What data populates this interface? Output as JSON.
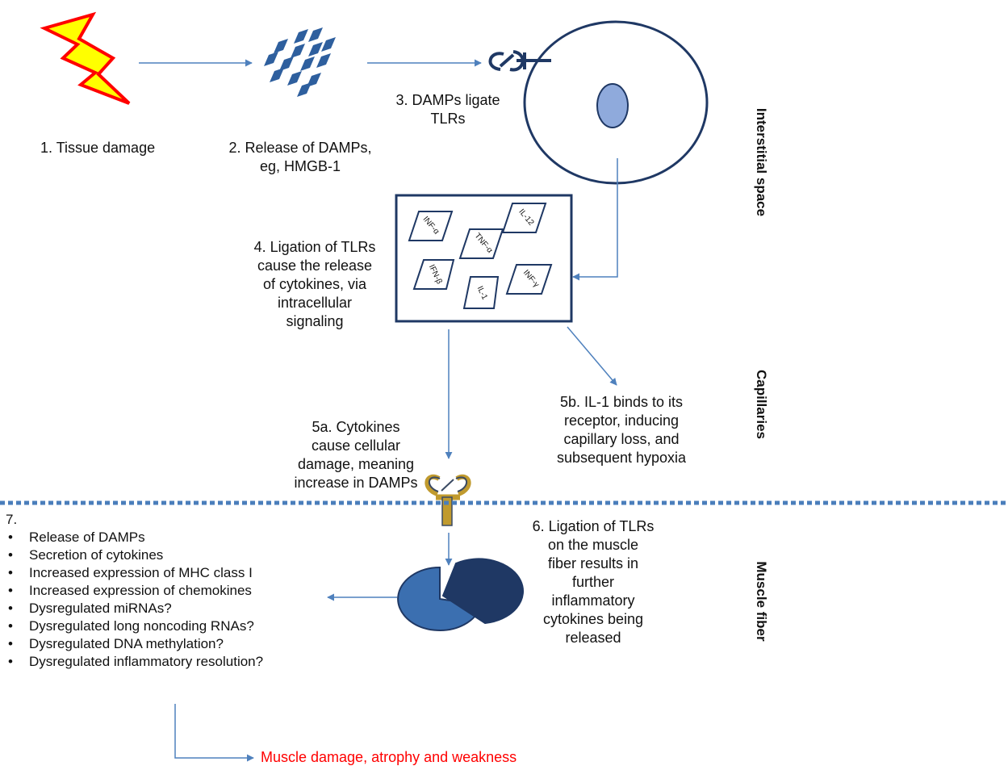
{
  "steps": {
    "s1": "1. Tissue damage",
    "s2_line1": "2. Release of DAMPs,",
    "s2_line2": "eg, HMGB-1",
    "s3_line1": "3. DAMPs ligate",
    "s3_line2": "TLRs",
    "s4": [
      "4. Ligation of TLRs",
      "cause the release",
      "of cytokines, via",
      "intracellular",
      "signaling"
    ],
    "s5a": [
      "5a. Cytokines",
      "cause cellular",
      "damage, meaning",
      "increase in DAMPs"
    ],
    "s5b": [
      "5b. IL-1 binds to its",
      "receptor, inducing",
      "capillary loss, and",
      "subsequent hypoxia"
    ],
    "s6": [
      "6. Ligation of TLRs",
      "on the muscle",
      "fiber results in",
      "further",
      "inflammatory",
      "cytokines being",
      "released"
    ],
    "s7_heading": "7.",
    "s7_items": [
      "Release of DAMPs",
      "Secretion of cytokines",
      "Increased expression of MHC class I",
      "Increased expression of chemokines",
      "Dysregulated miRNAs?",
      "Dysregulated long noncoding RNAs?",
      "Dysregulated DNA methylation?",
      "Dysregulated inflammatory resolution?"
    ]
  },
  "cytokines": {
    "inf_a": "INF-α",
    "tnf_a": "TNF-α",
    "il12": "IL-12",
    "ifn_b": "IFN-β",
    "il1": "IL-1",
    "inf_g": "INF-γ"
  },
  "regions": {
    "interstitial": "Interstitial space",
    "capillaries": "Capillaries",
    "muscle": "Muscle fiber"
  },
  "outcome": "Muscle damage, atrophy and weakness",
  "colors": {
    "arrow": "#4f81bd",
    "dark_blue": "#1f3864",
    "mid_blue": "#2e75b6",
    "nucleus": "#8faadc",
    "bolt_fill": "#ffff00",
    "bolt_stroke": "#ff0000",
    "receptor_gold": "#c09a2e",
    "receptor_dark": "#3a4a63",
    "outcome_red": "#ff0000"
  }
}
